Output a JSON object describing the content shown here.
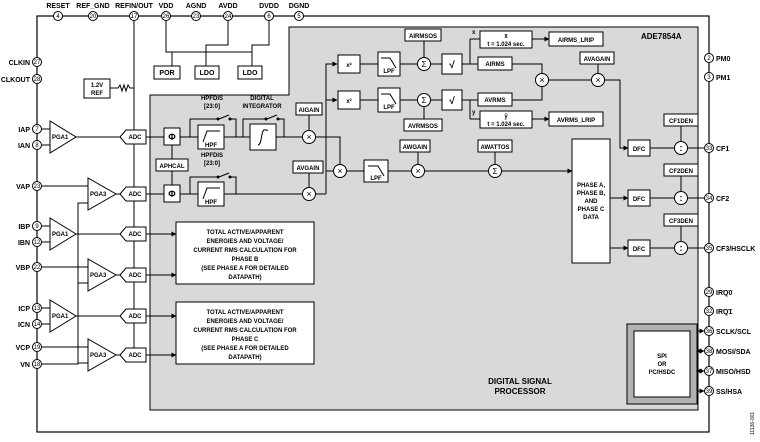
{
  "chip": {
    "part_number": "ADE7854A",
    "figure_id": "11136-001"
  },
  "pins_top": [
    {
      "name": "RESET",
      "num": "4"
    },
    {
      "name": "REF_GND",
      "num": "20"
    },
    {
      "name": "REFIN/OUT",
      "num": "17"
    },
    {
      "name": "VDD",
      "num": "26"
    },
    {
      "name": "AGND",
      "num": "23"
    },
    {
      "name": "AVDD",
      "num": "24"
    },
    {
      "name": "DVDD",
      "num": "6"
    },
    {
      "name": "DGND",
      "num": "5"
    }
  ],
  "pins_left": [
    {
      "name": "CLKIN",
      "num": "27"
    },
    {
      "name": "CLKOUT",
      "num": "28"
    },
    {
      "name": "IAP",
      "num": "7"
    },
    {
      "name": "IAN",
      "num": "8"
    },
    {
      "name": "VAP",
      "num": "23"
    },
    {
      "name": "IBP",
      "num": "9"
    },
    {
      "name": "IBN",
      "num": "12"
    },
    {
      "name": "VBP",
      "num": "22"
    },
    {
      "name": "ICP",
      "num": "13"
    },
    {
      "name": "ICN",
      "num": "14"
    },
    {
      "name": "VCP",
      "num": "19"
    },
    {
      "name": "VN",
      "num": "18"
    }
  ],
  "pins_right": [
    {
      "name": "PM0",
      "num": "2"
    },
    {
      "name": "PM1",
      "num": "3"
    },
    {
      "name": "CF1",
      "num": "33"
    },
    {
      "name": "CF2",
      "num": "34"
    },
    {
      "name": "CF3/HSCLK",
      "num": "35"
    },
    {
      "name": "IRQ0",
      "num": "29"
    },
    {
      "name": "IRQ1",
      "num": "32"
    },
    {
      "name": "SCLK/SCL",
      "num": "36"
    },
    {
      "name": "MOSI/SDA",
      "num": "38"
    },
    {
      "name": "MISO/HSD",
      "num": "37"
    },
    {
      "name": "SS/HSA",
      "num": "39"
    }
  ],
  "power_blocks": {
    "por": "POR",
    "ldo1": "LDO",
    "ldo2": "LDO",
    "ref_top": "1.2V",
    "ref_bottom": "REF"
  },
  "amps": {
    "pga1": "PGA1",
    "pga3": "PGA3"
  },
  "adc": "ADC",
  "dsp": {
    "hpfdis": "HPFDIS",
    "hpfdis_bits": "[23:0]",
    "hpf": "HPF",
    "lpf": "LPF",
    "digital": "DIGITAL",
    "integrator": "INTEGRATOR",
    "aigain": "AIGAIN",
    "avgain": "AVGAIN",
    "aphcal": "APHCAL",
    "awgain": "AWGAIN",
    "awattos": "AWATTOS",
    "airmsos": "AIRMSOS",
    "avrmsos": "AVRMSOS",
    "airms": "AIRMS",
    "avrms": "AVRMS",
    "airms_lrip": "AIRMS_LRIP",
    "avrms_lrip": "AVRMS_LRIP",
    "avg_time": "t = 1.024 sec.",
    "xbar": "x̄",
    "x": "x",
    "ybar": "ȳ",
    "y": "y",
    "x2": "x²",
    "sigma": "Σ",
    "sqrt": "√",
    "phi": "Φ",
    "times": "×",
    "div": ":",
    "avagain": "AVAGAIN",
    "phase_data": [
      "PHASE A,",
      "PHASE B,",
      "AND",
      "PHASE C",
      "DATA"
    ],
    "dfc": "DFC",
    "cf1den": "CF1DEN",
    "cf2den": "CF2DEN",
    "cf3den": "CF3DEN",
    "phase_b_text": [
      "TOTAL ACTIVE/APPARENT",
      "ENERGIES AND VOLTAGE/",
      "CURRENT RMS CALCULATION FOR",
      "PHASE B",
      "(SEE PHASE A FOR DETAILED",
      "DATAPATH)"
    ],
    "phase_c_text": [
      "TOTAL ACTIVE/APPARENT",
      "ENERGIES AND VOLTAGE/",
      "CURRENT RMS CALCULATION FOR",
      "PHASE C",
      "(SEE PHASE A FOR DETAILED",
      "DATAPATH)"
    ],
    "dsp_title": [
      "DIGITAL SIGNAL",
      "PROCESSOR"
    ],
    "spi": [
      "SPI",
      "OR",
      "I²C/HSDC"
    ]
  }
}
